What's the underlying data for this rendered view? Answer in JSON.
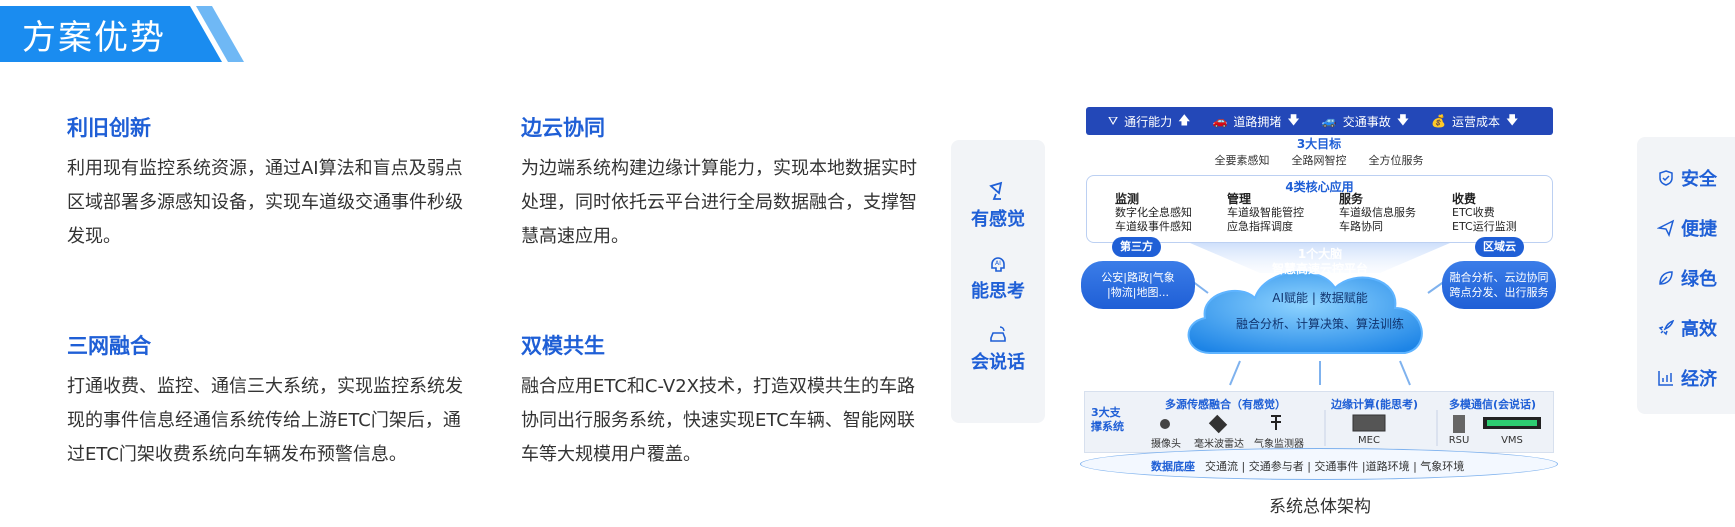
{
  "header": {
    "title": "方案优势"
  },
  "features": [
    {
      "title": "利旧创新",
      "text": "利用现有监控系统资源，通过AI算法和盲点及弱点区域部署多源感知设备，实现车道级交通事件秒级发现。"
    },
    {
      "title": "边云协同",
      "text": "为边端系统构建边缘计算能力，实现本地数据实时处理，同时依托云平台进行全局数据融合，支撑智慧高速应用。"
    },
    {
      "title": "三网融合",
      "text": "打通收费、监控、通信三大系统，实现监控系统发现的事件信息经通信系统传给上游ETC门架后，通过ETC门架收费系统向车辆发布预警信息。"
    },
    {
      "title": "双模共生",
      "text": "融合应用ETC和C-V2X技术，打造双模共生的车路协同出行服务系统，快速实现ETC车辆、智能网联车等大规模用户覆盖。"
    }
  ],
  "left_panel": {
    "items": [
      "有感觉",
      "能思考",
      "会说话"
    ]
  },
  "right_panel": {
    "items": [
      "安全",
      "便捷",
      "绿色",
      "高效",
      "经济"
    ]
  },
  "diagram": {
    "targets": [
      "通行能力",
      "道路拥堵",
      "交通事故",
      "运营成本"
    ],
    "targets_label": "3大目标",
    "goals": [
      "全要素感知",
      "全路网智控",
      "全方位服务"
    ],
    "core_title": "4类核心应用",
    "core": [
      {
        "head": "监测",
        "l1": "数字化全息感知",
        "l2": "车道级事件感知"
      },
      {
        "head": "管理",
        "l1": "车道级智能管控",
        "l2": "应急指挥调度"
      },
      {
        "head": "服务",
        "l1": "车道级信息服务",
        "l2": "车路协同"
      },
      {
        "head": "收费",
        "l1": "ETC收费",
        "l2": "ETC运行监测"
      }
    ],
    "third_party": {
      "tag": "第三方",
      "l1": "公安|路政|气象",
      "l2": "|物流|地图..."
    },
    "region_cloud": {
      "tag": "区域云",
      "l1": "融合分析、云边协同",
      "l2": "跨点分发、出行服务"
    },
    "brain": {
      "l1": "1个大脑",
      "l2": "智慧高速云控平台",
      "l3": "AI赋能 | 数据赋能",
      "l4": "融合分析、计算决策、算法训练"
    },
    "support_label": {
      "l1": "3大支",
      "l2": "撑系统"
    },
    "support": [
      {
        "title": "多源传感融合（有感觉）",
        "devices": [
          "摄像头",
          "毫米波雷达",
          "气象监测器"
        ]
      },
      {
        "title": "边缘计算(能思考)",
        "devices": [
          "MEC"
        ]
      },
      {
        "title": "多模通信(会说话)",
        "devices": [
          "RSU",
          "VMS"
        ]
      }
    ],
    "base_label": "数据底座",
    "base_text": "交通流 | 交通参与者 | 交通事件 |道路环境 | 气象环境",
    "caption": "系统总体架构"
  },
  "colors": {
    "brand_blue": "#1f5fd6",
    "dark_blue": "#2348b8",
    "accent": "#1a8cf0"
  }
}
